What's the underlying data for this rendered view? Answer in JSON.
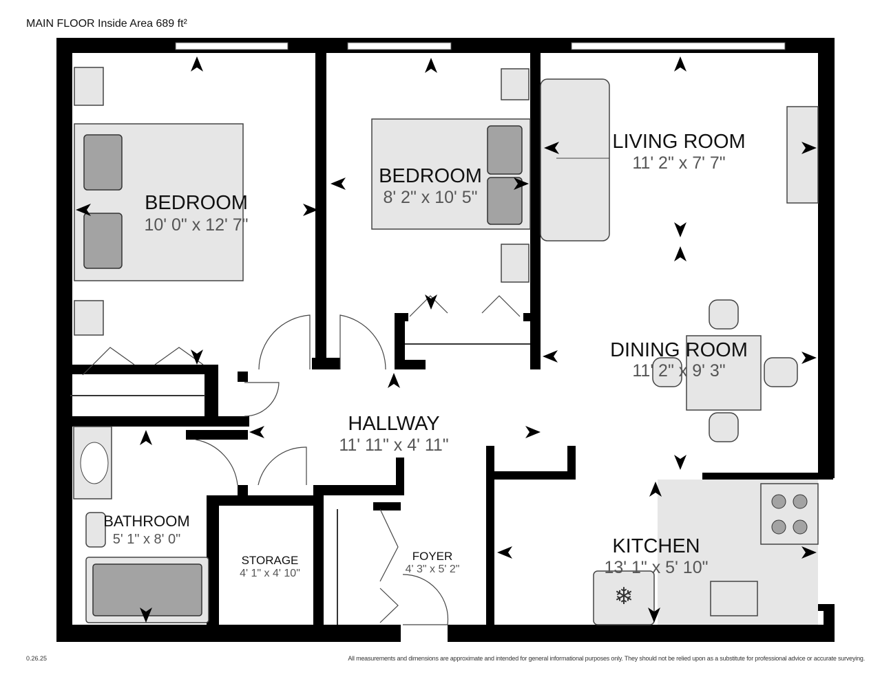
{
  "header": {
    "title": "MAIN FLOOR Inside Area 689 ft²"
  },
  "footer": {
    "version": "0.26.25",
    "disclaimer": "All measurements and dimensions are approximate and intended for general informational purposes only. They should not be relied upon as a substitute for professional advice or accurate surveying."
  },
  "rooms": [
    {
      "name": "BEDROOM",
      "dims": "10' 0\" x 12' 7\""
    },
    {
      "name": "BEDROOM",
      "dims": "8' 2\" x 10' 5\""
    },
    {
      "name": "LIVING ROOM",
      "dims": "11' 2\" x 7' 7\""
    },
    {
      "name": "DINING ROOM",
      "dims": "11' 2\" x 9' 3\""
    },
    {
      "name": "HALLWAY",
      "dims": "11' 11\" x 4' 11\""
    },
    {
      "name": "BATHROOM",
      "dims": "5' 1\" x 8' 0\""
    },
    {
      "name": "STORAGE",
      "dims": "4' 1\" x 4' 10\""
    },
    {
      "name": "FOYER",
      "dims": "4' 3\" x 5' 2\""
    },
    {
      "name": "KITCHEN",
      "dims": "13' 1\" x 5' 10\""
    }
  ]
}
